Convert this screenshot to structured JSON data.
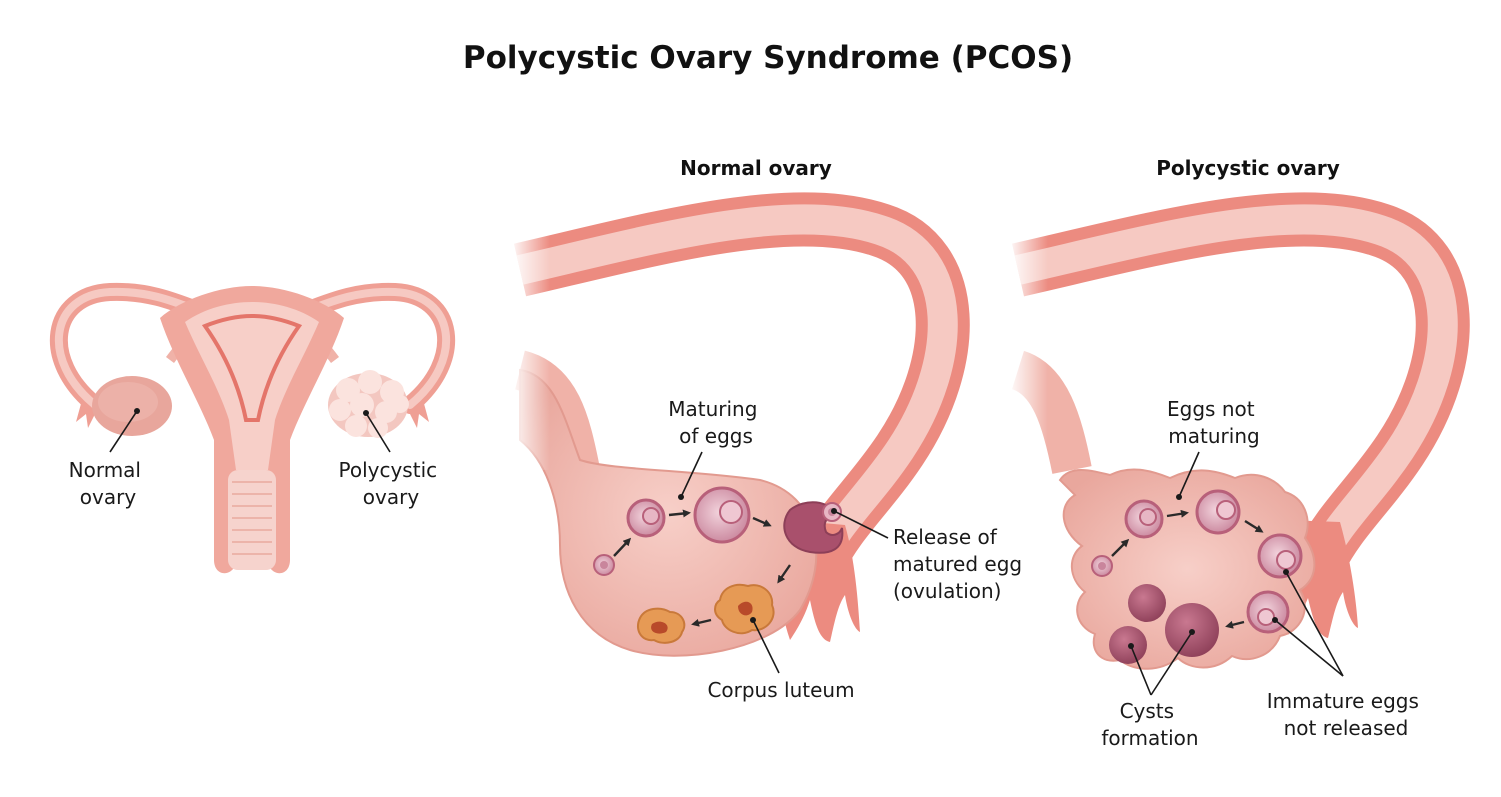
{
  "title": "Polycystic Ovary Syndrome (PCOS)",
  "panels": {
    "normal": {
      "heading": "Normal ovary"
    },
    "polycystic": {
      "heading": "Polycystic ovary"
    }
  },
  "labels": {
    "uterus_normal": [
      "Normal",
      "ovary"
    ],
    "uterus_polycystic": [
      "Polycystic",
      "ovary"
    ],
    "maturing": [
      "Maturing",
      "of eggs"
    ],
    "release": [
      "Release of",
      "matured egg",
      "(ovulation)"
    ],
    "corpus": [
      "Corpus luteum"
    ],
    "not_maturing": [
      "Eggs not",
      "maturing"
    ],
    "cysts": [
      "Cysts",
      "formation"
    ],
    "immature": [
      "Immature eggs",
      "not released"
    ]
  },
  "colors": {
    "tissue_light": "#f6c9c2",
    "tissue_mid": "#ef9f94",
    "tissue_dark": "#e4756a",
    "ovary_fill": "#f0b2a8",
    "follicle": "#b8607a",
    "follicle_light": "#e7b6c4",
    "corpus": "#e69a55"
  }
}
